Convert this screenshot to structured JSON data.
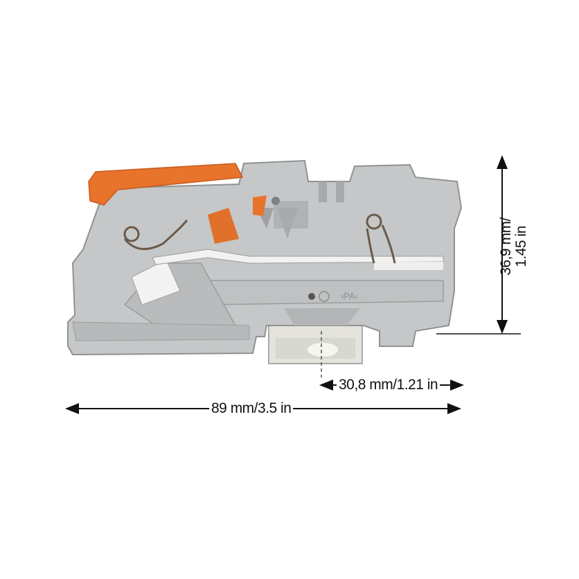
{
  "product": {
    "body_color": "#c5c7c8",
    "outline_color": "#8f9294",
    "lever_color": "#e8732b",
    "marking": "PA"
  },
  "dimensions": {
    "total_width": "89 mm/3.5 in",
    "rail_offset": "30,8 mm/1.21 in",
    "height_line1": "36,9 mm/",
    "height_line2": "1.45 in"
  }
}
